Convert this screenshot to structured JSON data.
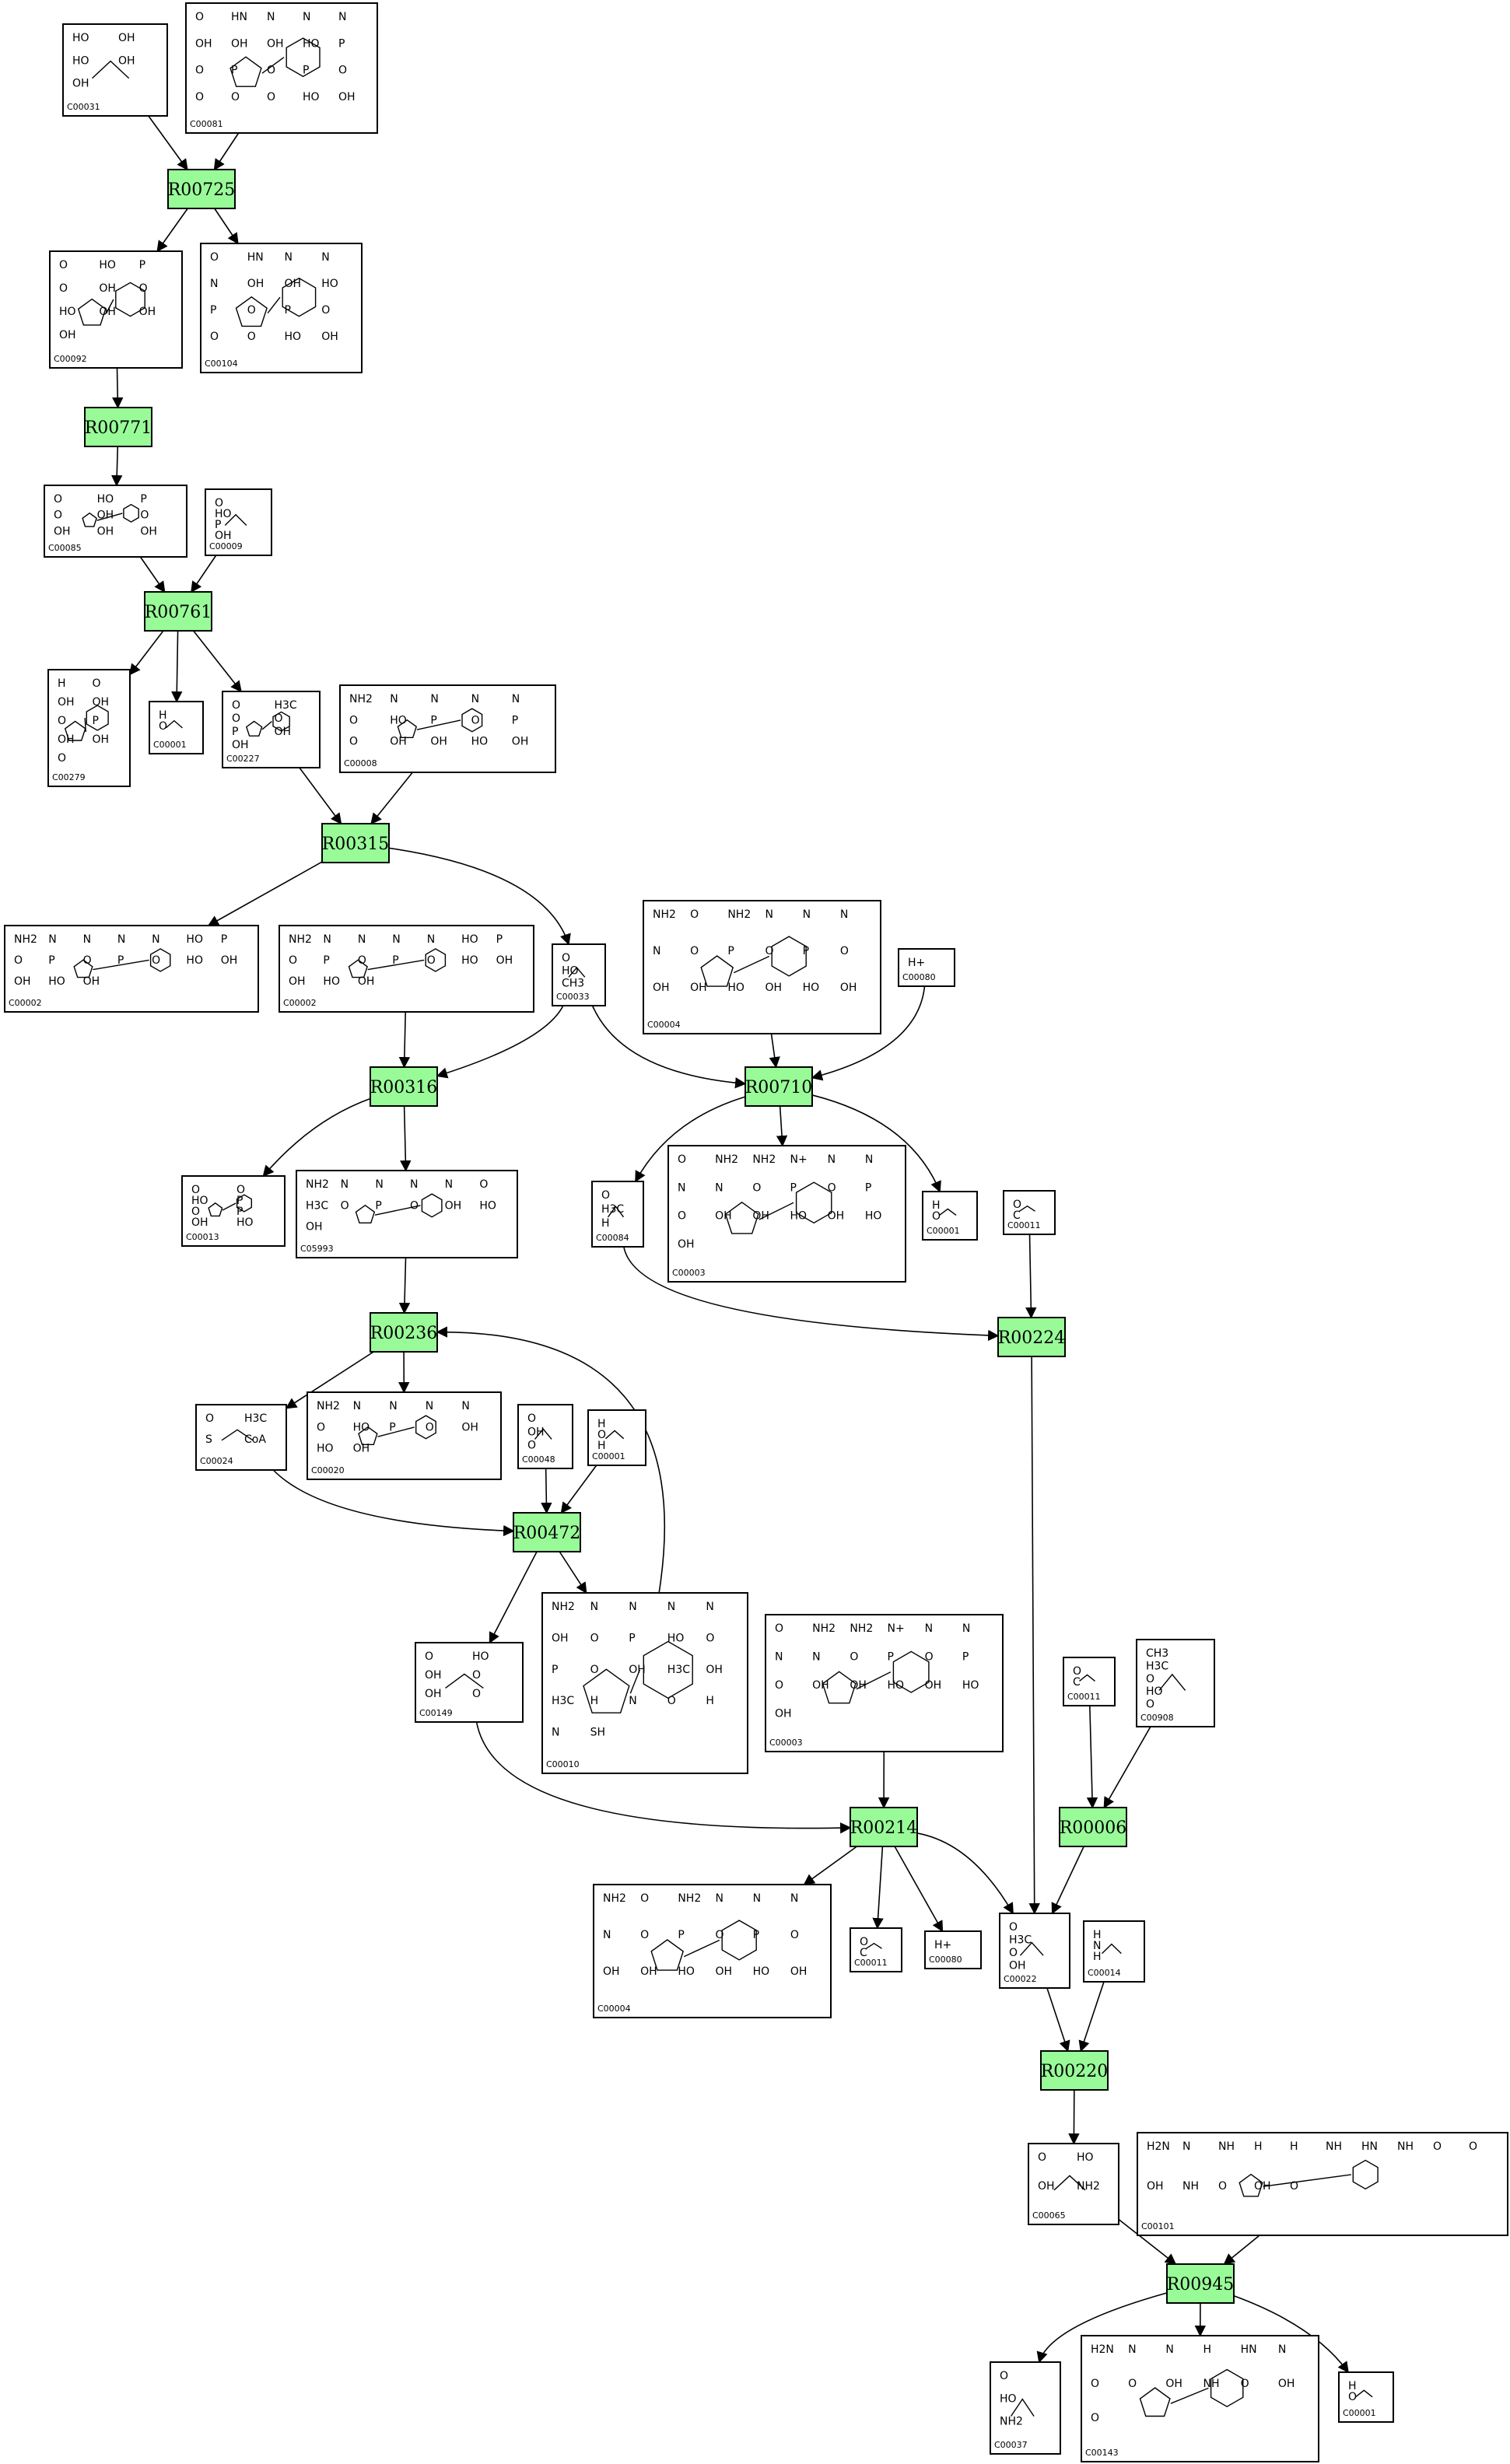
{
  "diagram": {
    "background": "#ffffff",
    "reaction_color": "#98fb98",
    "reactions": [
      {
        "id": "R00725"
      },
      {
        "id": "R00771"
      },
      {
        "id": "R00761"
      },
      {
        "id": "R00315"
      },
      {
        "id": "R00316"
      },
      {
        "id": "R00710"
      },
      {
        "id": "R00236"
      },
      {
        "id": "R00224"
      },
      {
        "id": "R00472"
      },
      {
        "id": "R00214"
      },
      {
        "id": "R00006"
      },
      {
        "id": "R00220"
      },
      {
        "id": "R00945"
      }
    ],
    "compounds": [
      {
        "id": "C00031",
        "atoms": [
          "HO",
          "OH",
          "HO",
          "OH",
          "OH"
        ]
      },
      {
        "id": "C00081",
        "atoms": [
          "O",
          "HN",
          "N",
          "N",
          "N",
          "OH",
          "OH",
          "OH",
          "HO",
          "P",
          "O",
          "P",
          "O",
          "P",
          "O",
          "O",
          "O",
          "O",
          "HO",
          "OH"
        ]
      },
      {
        "id": "C00092",
        "atoms": [
          "O",
          "HO",
          "P",
          "O",
          "OH",
          "O",
          "HO",
          "OH",
          "OH",
          "OH"
        ]
      },
      {
        "id": "C00104",
        "atoms": [
          "O",
          "HN",
          "N",
          "N",
          "N",
          "OH",
          "OH",
          "HO",
          "P",
          "O",
          "P",
          "O",
          "O",
          "O",
          "HO",
          "OH"
        ]
      },
      {
        "id": "C00085",
        "atoms": [
          "O",
          "HO",
          "P",
          "O",
          "OH",
          "O",
          "OH",
          "OH",
          "OH"
        ]
      },
      {
        "id": "C00009",
        "atoms": [
          "O",
          "HO",
          "P",
          "OH",
          "OH"
        ]
      },
      {
        "id": "C00279",
        "atoms": [
          "H",
          "O",
          "OH",
          "OH",
          "O",
          "P",
          "OH",
          "OH",
          "O"
        ]
      },
      {
        "id": "C00001",
        "atoms": [
          "H",
          "O",
          "H"
        ]
      },
      {
        "id": "C00227",
        "atoms": [
          "O",
          "H3C",
          "O",
          "O",
          "P",
          "OH",
          "OH"
        ]
      },
      {
        "id": "C00008",
        "atoms": [
          "NH2",
          "N",
          "N",
          "N",
          "N",
          "O",
          "HO",
          "P",
          "O",
          "P",
          "O",
          "OH",
          "OH",
          "HO",
          "OH"
        ]
      },
      {
        "id": "C00002",
        "atoms": [
          "NH2",
          "N",
          "N",
          "N",
          "N",
          "HO",
          "P",
          "O",
          "P",
          "O",
          "P",
          "O",
          "HO",
          "OH",
          "OH",
          "HO",
          "OH"
        ]
      },
      {
        "id": "C00033",
        "atoms": [
          "O",
          "HO",
          "CH3"
        ]
      },
      {
        "id": "C00004",
        "atoms": [
          "NH2",
          "O",
          "NH2",
          "N",
          "N",
          "N",
          "N",
          "O",
          "P",
          "O",
          "P",
          "O",
          "OH",
          "OH",
          "HO",
          "OH",
          "HO",
          "OH"
        ]
      },
      {
        "id": "C00080",
        "atoms": [
          "H+"
        ]
      },
      {
        "id": "C00013",
        "atoms": [
          "O",
          "O",
          "HO",
          "P",
          "O",
          "P",
          "OH",
          "HO",
          "OH"
        ]
      },
      {
        "id": "C05993",
        "atoms": [
          "NH2",
          "N",
          "N",
          "N",
          "N",
          "O",
          "H3C",
          "O",
          "P",
          "O",
          "OH",
          "HO",
          "OH"
        ]
      },
      {
        "id": "C00084",
        "atoms": [
          "O",
          "H3C",
          "H"
        ]
      },
      {
        "id": "C00003",
        "atoms": [
          "O",
          "NH2",
          "NH2",
          "N+",
          "N",
          "N",
          "N",
          "N",
          "O",
          "P",
          "O",
          "P",
          "O",
          "OH",
          "OH",
          "HO",
          "OH",
          "HO",
          "OH"
        ]
      },
      {
        "id": "C00011",
        "atoms": [
          "O",
          "C",
          "O"
        ]
      },
      {
        "id": "C00024",
        "atoms": [
          "O",
          "H3C",
          "S",
          "CoA"
        ]
      },
      {
        "id": "C00020",
        "atoms": [
          "NH2",
          "N",
          "N",
          "N",
          "N",
          "O",
          "HO",
          "P",
          "O",
          "OH",
          "HO",
          "OH"
        ]
      },
      {
        "id": "C00048",
        "atoms": [
          "O",
          "OH",
          "O"
        ]
      },
      {
        "id": "C00149",
        "atoms": [
          "O",
          "HO",
          "OH",
          "O",
          "OH",
          "O"
        ]
      },
      {
        "id": "C00010",
        "atoms": [
          "NH2",
          "N",
          "N",
          "N",
          "N",
          "OH",
          "O",
          "P",
          "HO",
          "O",
          "P",
          "O",
          "OH",
          "H3C",
          "OH",
          "H3C",
          "H",
          "N",
          "O",
          "H",
          "N",
          "SH"
        ]
      },
      {
        "id": "C00908",
        "atoms": [
          "CH3",
          "H3C",
          "O",
          "HO",
          "O"
        ]
      },
      {
        "id": "C00022",
        "atoms": [
          "O",
          "H3C",
          "O",
          "OH"
        ]
      },
      {
        "id": "C00014",
        "atoms": [
          "H",
          "N",
          "H",
          "H"
        ]
      },
      {
        "id": "C00065",
        "atoms": [
          "O",
          "HO",
          "OH",
          "NH2"
        ]
      },
      {
        "id": "C00101",
        "atoms": [
          "H2N",
          "N",
          "NH",
          "H",
          "H",
          "NH",
          "HN",
          "NH",
          "O",
          "O",
          "OH",
          "NH",
          "O",
          "OH",
          "O"
        ]
      },
      {
        "id": "C00037",
        "atoms": [
          "O",
          "HO",
          "NH2"
        ]
      },
      {
        "id": "C00143",
        "atoms": [
          "H2N",
          "N",
          "N",
          "H",
          "HN",
          "N",
          "O",
          "O",
          "OH",
          "NH",
          "O",
          "OH",
          "O"
        ]
      }
    ]
  }
}
